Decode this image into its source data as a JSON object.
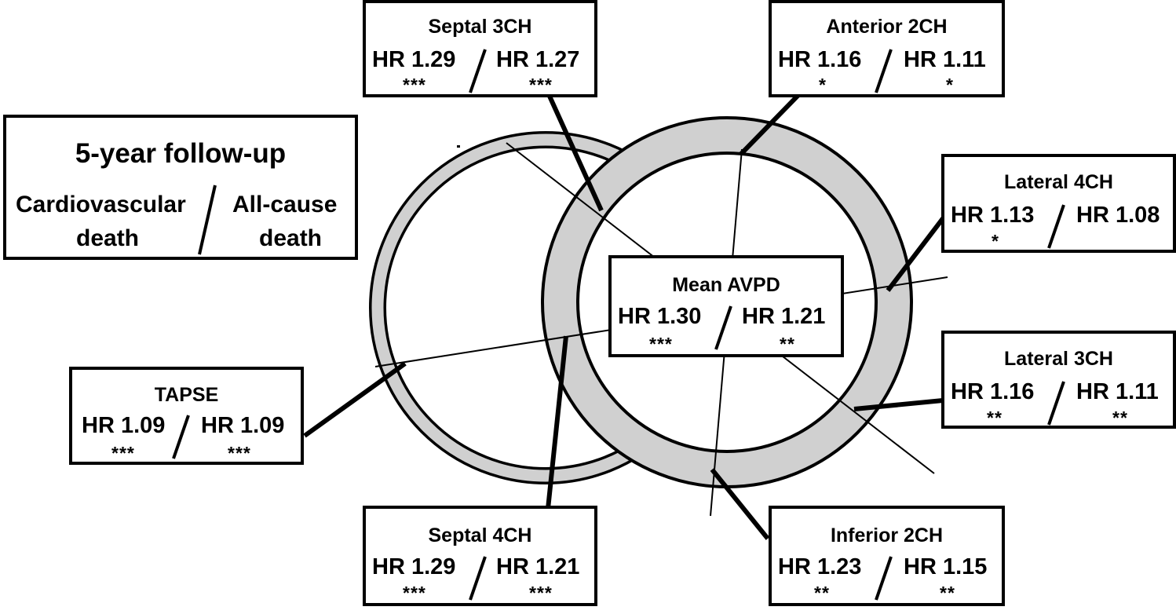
{
  "legend": {
    "title": "5-year follow-up",
    "left_line1": "Cardiovascular",
    "left_line2": "death",
    "right_line1": "All-cause",
    "right_line2": "death"
  },
  "center": {
    "title": "Mean AVPD",
    "hr_left": "HR 1.30",
    "hr_right": "HR 1.21",
    "sig_left": "***",
    "sig_right": "**"
  },
  "septal_3ch": {
    "title": "Septal 3CH",
    "hr_left": "HR 1.29",
    "hr_right": "HR 1.27",
    "sig_left": "***",
    "sig_right": "***"
  },
  "anterior_2ch": {
    "title": "Anterior 2CH",
    "hr_left": "HR 1.16",
    "hr_right": "HR 1.11",
    "sig_left": "*",
    "sig_right": "*"
  },
  "lateral_4ch": {
    "title": "Lateral 4CH",
    "hr_left": "HR 1.13",
    "hr_right": "HR 1.08",
    "sig_left": "*",
    "sig_right": ""
  },
  "lateral_3ch": {
    "title": "Lateral 3CH",
    "hr_left": "HR 1.16",
    "hr_right": "HR 1.11",
    "sig_left": "**",
    "sig_right": "**"
  },
  "tapse": {
    "title": "TAPSE",
    "hr_left": "HR 1.09",
    "hr_right": "HR 1.09",
    "sig_left": "***",
    "sig_right": "***"
  },
  "septal_4ch": {
    "title": "Septal 4CH",
    "hr_left": "HR 1.29",
    "hr_right": "HR 1.21",
    "sig_left": "***",
    "sig_right": "***"
  },
  "inferior_2ch": {
    "title": "Inferior 2CH",
    "hr_left": "HR 1.23",
    "hr_right": "HR 1.15",
    "sig_left": "**",
    "sig_right": "**"
  },
  "colors": {
    "ring_fill": "#d0d0d0",
    "stroke": "#000000"
  }
}
